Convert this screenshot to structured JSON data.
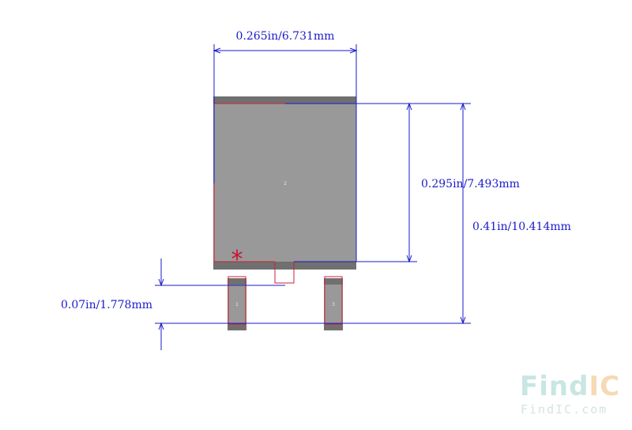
{
  "dimensions": {
    "width_label": "0.265in/6.731mm",
    "body_height_label": "0.295in/7.493mm",
    "total_height_label": "0.41in/10.414mm",
    "pitch_label": "0.07in/1.778mm"
  },
  "pads": {
    "tab": "2",
    "pin1": "1",
    "pin3": "3"
  },
  "pin1_marker": "*",
  "watermark": {
    "brand_left": "Find",
    "brand_right": "IC",
    "url": "FindIC.com",
    "color_left": "#c8e6e2",
    "color_right": "#f6d9b5"
  },
  "colors": {
    "dimension": "#1a1acc",
    "pad_fill": "#999999",
    "pad_band": "#707070",
    "outline": "#cc2233",
    "marker": "#cc1133"
  }
}
